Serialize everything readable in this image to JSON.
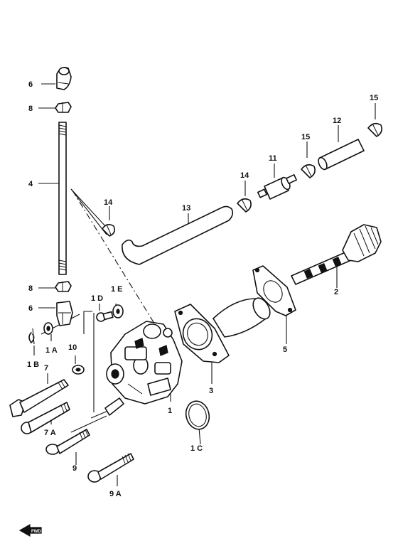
{
  "callouts": [
    {
      "id": "p6a",
      "text": "6"
    },
    {
      "id": "p8a",
      "text": "8"
    },
    {
      "id": "p4",
      "text": "4"
    },
    {
      "id": "p14a",
      "text": "14"
    },
    {
      "id": "p8b",
      "text": "8"
    },
    {
      "id": "p6b",
      "text": "6"
    },
    {
      "id": "p1a",
      "text": "1 A"
    },
    {
      "id": "p1b",
      "text": "1 B"
    },
    {
      "id": "p1d",
      "text": "1 D"
    },
    {
      "id": "p1e",
      "text": "1 E"
    },
    {
      "id": "p10",
      "text": "10"
    },
    {
      "id": "p7",
      "text": "7"
    },
    {
      "id": "p7a",
      "text": "7 A"
    },
    {
      "id": "p9",
      "text": "9"
    },
    {
      "id": "p9a",
      "text": "9 A"
    },
    {
      "id": "p1",
      "text": "1"
    },
    {
      "id": "p1c",
      "text": "1 C"
    },
    {
      "id": "p3",
      "text": "3"
    },
    {
      "id": "p5",
      "text": "5"
    },
    {
      "id": "p2",
      "text": "2"
    },
    {
      "id": "p13",
      "text": "13"
    },
    {
      "id": "p14b",
      "text": "14"
    },
    {
      "id": "p11",
      "text": "11"
    },
    {
      "id": "p15a",
      "text": "15"
    },
    {
      "id": "p12",
      "text": "12"
    },
    {
      "id": "p15b",
      "text": "15"
    }
  ],
  "direction_marker": {
    "icon": "front-direction-arrow-icon",
    "text": "FWD"
  }
}
